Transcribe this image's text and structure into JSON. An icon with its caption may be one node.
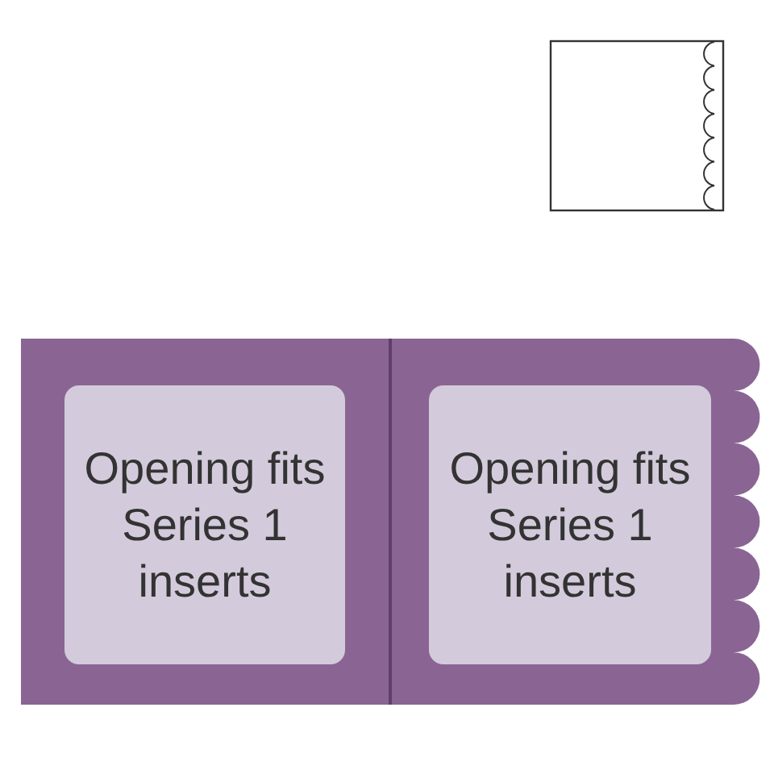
{
  "diagram": {
    "nodes": [
      {
        "text": [],
        "shape": "box"
      },
      {
        "text": [],
        "shape": "band"
      },
      {
        "text": [
          "Opening fits Series 1 inserts"
        ],
        "in": 1
      },
      {
        "text": [
          "Opening fits Series 1 inserts"
        ],
        "in": 1
      }
    ]
  }
}
